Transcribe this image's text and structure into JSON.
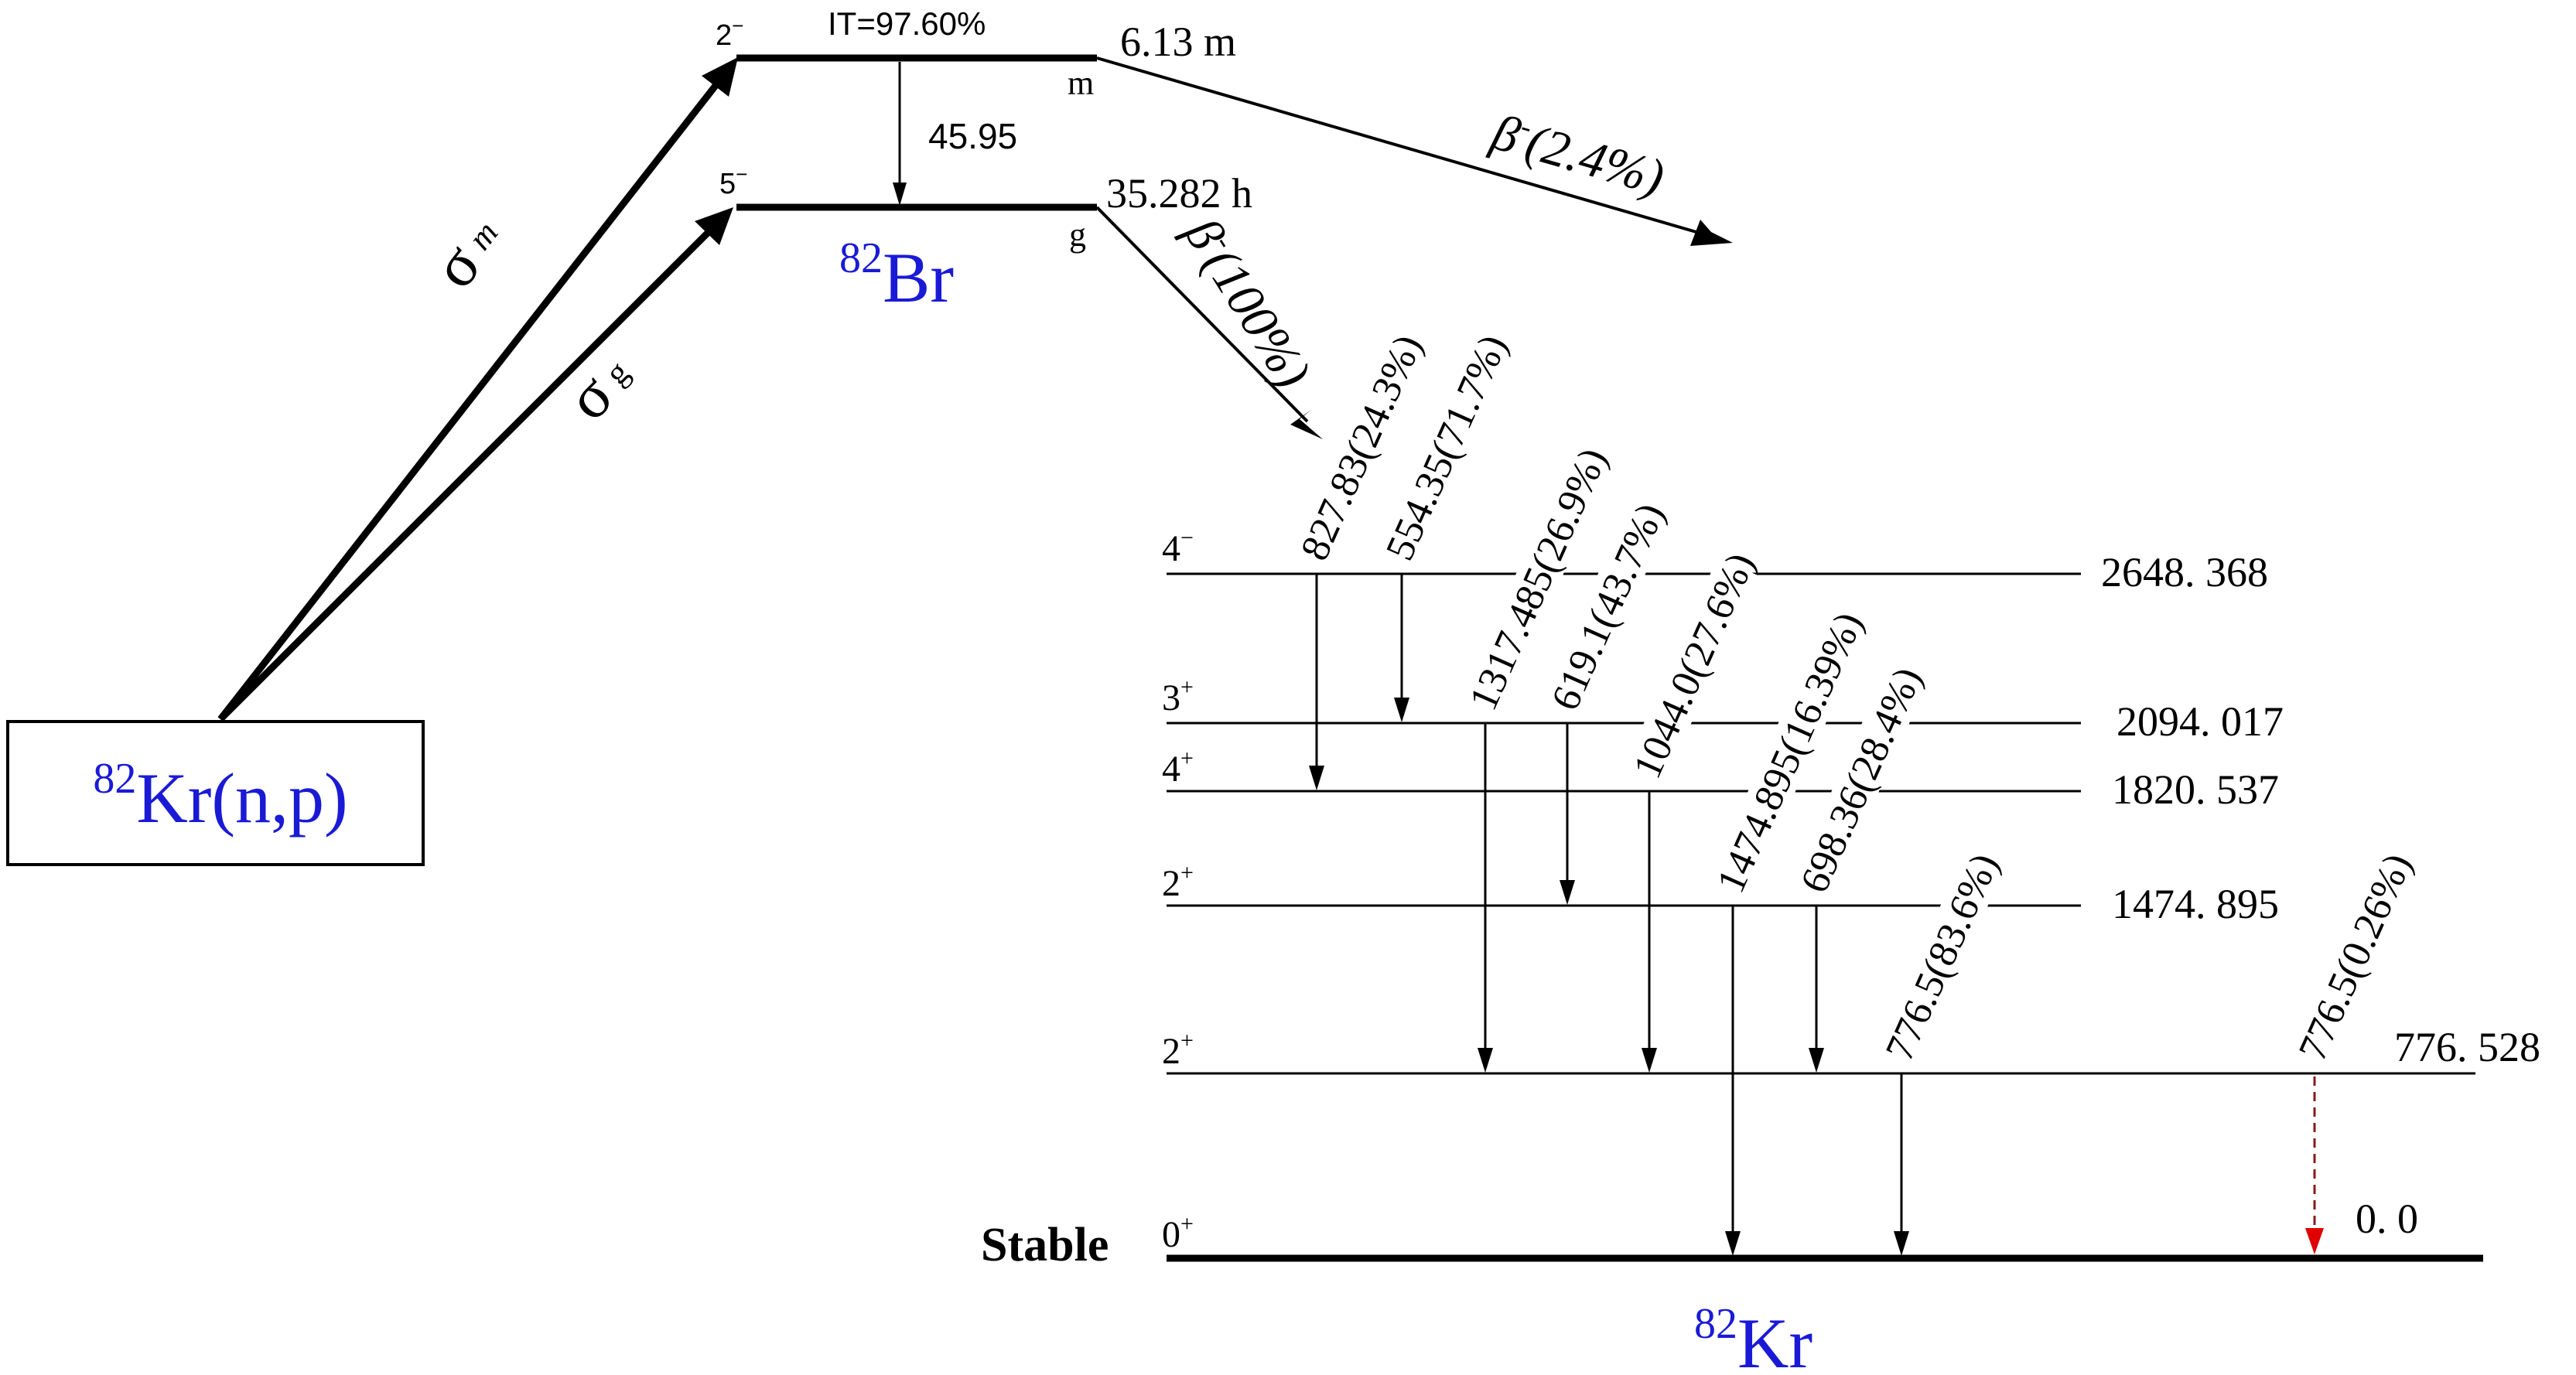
{
  "reaction": {
    "target_box_label": {
      "mass": "82",
      "text": "Kr(n,p)"
    },
    "sigma_m": {
      "symbol": "σ",
      "sub": "m"
    },
    "sigma_g": {
      "symbol": "σ",
      "sub": "g"
    }
  },
  "br82": {
    "nuclide": {
      "mass": "82",
      "symbol": "Br"
    },
    "isomer": {
      "spin": "2",
      "parity": "−",
      "halflife": "6.13 m",
      "tag": "m",
      "it_label": "IT=97.60%",
      "it_energy": "45.95"
    },
    "ground": {
      "spin": "5",
      "parity": "−",
      "halflife": "35.282 h",
      "tag": "g"
    },
    "beta_m": {
      "beta": "β",
      "sup": "-",
      "branch": "(2.4%)"
    },
    "beta_g": {
      "beta": "β",
      "sup": "-",
      "branch": "(100%)"
    }
  },
  "kr82": {
    "nuclide": {
      "mass": "82",
      "symbol": "Kr"
    },
    "stable_label": "Stable",
    "levels": [
      {
        "spin": "4",
        "parity": "−",
        "energy": "2648. 368"
      },
      {
        "spin": "3",
        "parity": "+",
        "energy": "2094. 017"
      },
      {
        "spin": "4",
        "parity": "+",
        "energy": "1820. 537"
      },
      {
        "spin": "2",
        "parity": "+",
        "energy": "1474. 895"
      },
      {
        "spin": "2",
        "parity": "+",
        "energy": "776. 528"
      },
      {
        "spin": "0",
        "parity": "+",
        "energy": "0. 0"
      }
    ],
    "gammas": [
      {
        "label": "827.83(24.3%)"
      },
      {
        "label": "554.35(71.7%)"
      },
      {
        "label": "1317.485(26.9%)"
      },
      {
        "label": "619.1(43.7%)"
      },
      {
        "label": "1044.0(27.6%)"
      },
      {
        "label": "1474.895(16.39%)"
      },
      {
        "label": "698.36(28.4%)"
      },
      {
        "label": "776.5(83.6%)"
      },
      {
        "label": "776.5(0.26%)"
      }
    ]
  },
  "colors": {
    "line": "#000000",
    "nuclide_text": "#1a1ad6",
    "weak_transition": "#8b1a1a",
    "weak_arrowhead": "#e00000"
  }
}
